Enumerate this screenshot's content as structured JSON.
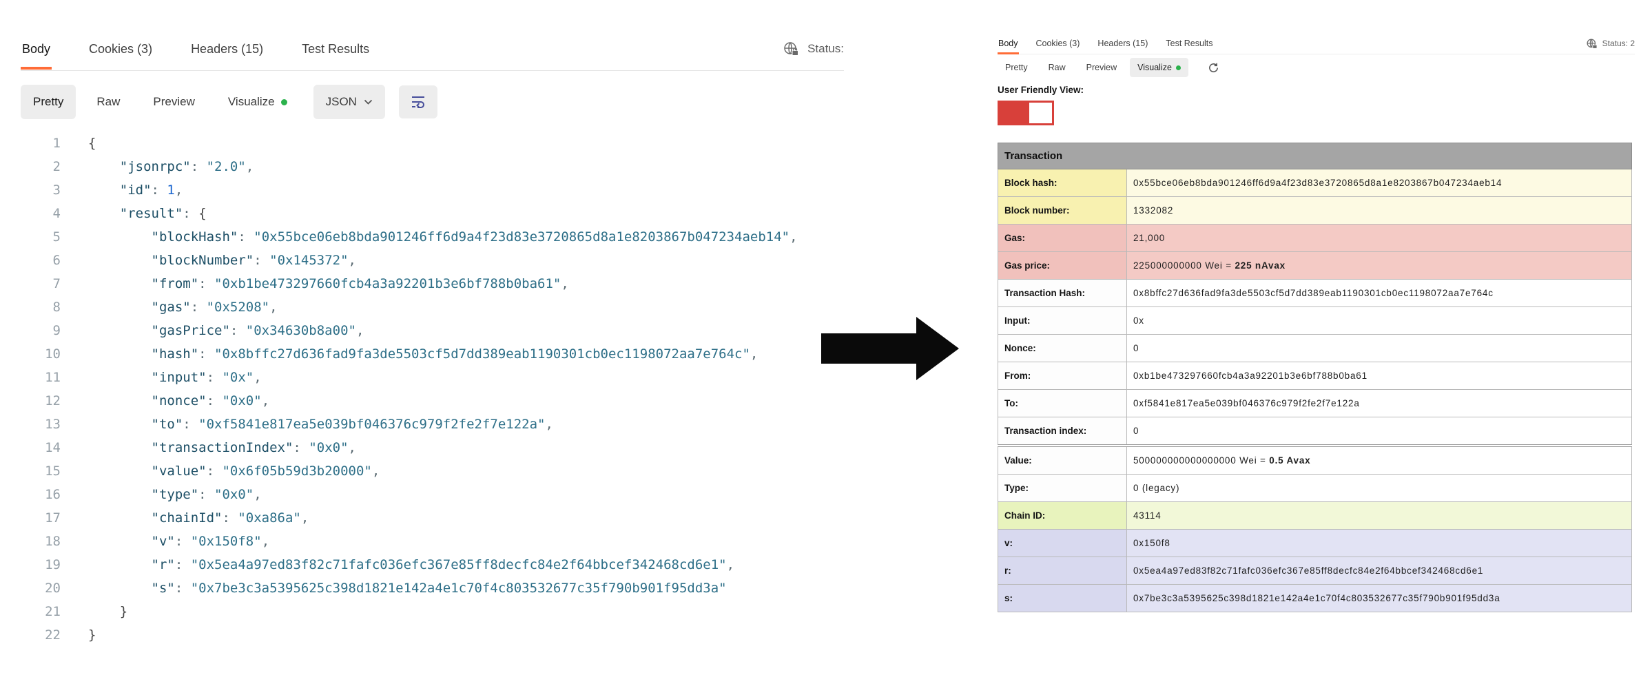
{
  "left_panel": {
    "tabs": [
      {
        "label": "Body",
        "active": true
      },
      {
        "label": "Cookies (3)",
        "active": false
      },
      {
        "label": "Headers (15)",
        "active": false
      },
      {
        "label": "Test Results",
        "active": false
      }
    ],
    "status": {
      "label": "Status:"
    },
    "view_options": [
      {
        "label": "Pretty",
        "active": true,
        "dot": false
      },
      {
        "label": "Raw",
        "active": false,
        "dot": false
      },
      {
        "label": "Preview",
        "active": false,
        "dot": false
      },
      {
        "label": "Visualize",
        "active": false,
        "dot": true
      }
    ],
    "format_select": {
      "label": "JSON"
    },
    "code_lines": [
      {
        "num": 1,
        "text": "{"
      },
      {
        "num": 2,
        "text": "    \"jsonrpc\": \"2.0\","
      },
      {
        "num": 3,
        "text": "    \"id\": 1,"
      },
      {
        "num": 4,
        "text": "    \"result\": {"
      },
      {
        "num": 5,
        "text": "        \"blockHash\": \"0x55bce06eb8bda901246ff6d9a4f23d83e3720865d8a1e8203867b047234aeb14\","
      },
      {
        "num": 6,
        "text": "        \"blockNumber\": \"0x145372\","
      },
      {
        "num": 7,
        "text": "        \"from\": \"0xb1be473297660fcb4a3a92201b3e6bf788b0ba61\","
      },
      {
        "num": 8,
        "text": "        \"gas\": \"0x5208\","
      },
      {
        "num": 9,
        "text": "        \"gasPrice\": \"0x34630b8a00\","
      },
      {
        "num": 10,
        "text": "        \"hash\": \"0x8bffc27d636fad9fa3de5503cf5d7dd389eab1190301cb0ec1198072aa7e764c\","
      },
      {
        "num": 11,
        "text": "        \"input\": \"0x\","
      },
      {
        "num": 12,
        "text": "        \"nonce\": \"0x0\","
      },
      {
        "num": 13,
        "text": "        \"to\": \"0xf5841e817ea5e039bf046376c979f2fe2f7e122a\","
      },
      {
        "num": 14,
        "text": "        \"transactionIndex\": \"0x0\","
      },
      {
        "num": 15,
        "text": "        \"value\": \"0x6f05b59d3b20000\","
      },
      {
        "num": 16,
        "text": "        \"type\": \"0x0\","
      },
      {
        "num": 17,
        "text": "        \"chainId\": \"0xa86a\","
      },
      {
        "num": 18,
        "text": "        \"v\": \"0x150f8\","
      },
      {
        "num": 19,
        "text": "        \"r\": \"0x5ea4a97ed83f82c71fafc036efc367e85ff8decfc84e2f64bbcef342468cd6e1\","
      },
      {
        "num": 20,
        "text": "        \"s\": \"0x7be3c3a5395625c398d1821e142a4e1c70f4c803532677c35f790b901f95dd3a\""
      },
      {
        "num": 21,
        "text": "    }"
      },
      {
        "num": 22,
        "text": "}"
      }
    ]
  },
  "right_panel": {
    "tabs": [
      {
        "label": "Body",
        "active": true
      },
      {
        "label": "Cookies (3)",
        "active": false
      },
      {
        "label": "Headers (15)",
        "active": false
      },
      {
        "label": "Test Results",
        "active": false
      }
    ],
    "status": {
      "label": "Status: 2"
    },
    "view_options": [
      {
        "label": "Pretty",
        "active": false,
        "dot": false
      },
      {
        "label": "Raw",
        "active": false,
        "dot": false
      },
      {
        "label": "Preview",
        "active": false,
        "dot": false
      },
      {
        "label": "Visualize",
        "active": true,
        "dot": true
      }
    ],
    "view_label": "User Friendly View:",
    "table": {
      "title": "Transaction",
      "rows": [
        {
          "label": "Block hash:",
          "value": "0x55bce06eb8bda901246ff6d9a4f23d83e3720865d8a1e8203867b047234aeb14",
          "color": "yellow"
        },
        {
          "label": "Block number:",
          "value": "1332082",
          "color": "yellow"
        },
        {
          "label": "Gas:",
          "value": "21,000",
          "color": "red"
        },
        {
          "label": "Gas price:",
          "value": "225000000000 Wei = ",
          "bold": "225 nAvax",
          "color": "red"
        },
        {
          "label": "Transaction Hash:",
          "value": "0x8bffc27d636fad9fa3de5503cf5d7dd389eab1190301cb0ec1198072aa7e764c",
          "color": "white"
        },
        {
          "label": "Input:",
          "value": "0x",
          "color": "white"
        },
        {
          "label": "Nonce:",
          "value": "0",
          "color": "white"
        },
        {
          "label": "From:",
          "value": "0xb1be473297660fcb4a3a92201b3e6bf788b0ba61",
          "color": "white"
        },
        {
          "label": "To:",
          "value": "0xf5841e817ea5e039bf046376c979f2fe2f7e122a",
          "color": "white"
        },
        {
          "label": "Transaction index:",
          "value": "0",
          "color": "white"
        },
        {
          "label": "Value:",
          "value": "500000000000000000 Wei = ",
          "bold": "0.5 Avax",
          "color": "white",
          "thick_top": true
        },
        {
          "label": "Type:",
          "value": "0 (legacy)",
          "color": "white"
        },
        {
          "label": "Chain ID:",
          "value": "43114",
          "color": "green"
        },
        {
          "label": "v:",
          "value": "0x150f8",
          "color": "purple"
        },
        {
          "label": "r:",
          "value": "0x5ea4a97ed83f82c71fafc036efc367e85ff8decfc84e2f64bbcef342468cd6e1",
          "color": "purple"
        },
        {
          "label": "s:",
          "value": "0x7be3c3a5395625c398d1821e142a4e1c70f4c803532677c35f790b901f95dd3a",
          "color": "purple"
        }
      ]
    }
  },
  "icons": {
    "left_status_icon": "globe-lock-icon",
    "right_status_icon": "globe-lock-icon",
    "format_chevron": "chevron-down-icon",
    "wrap_button": "text-wrap-icon",
    "visualize_dot": "green-dot-icon",
    "refresh_button": "refresh-icon",
    "center_arrow": "right-arrow"
  },
  "colors": {
    "accent_orange": "#ff6c37",
    "visualize_dot_green": "#2bb24c",
    "toggle_red": "#d8403a",
    "arrow_black": "#0a0a0a",
    "table_header_gray": "#a5a5a5",
    "row_yellow_label": "#f8f1b0",
    "row_yellow_value": "#fdfae3",
    "row_red_label": "#f1c1bc",
    "row_red_value": "#f4cac5",
    "row_white_label": "#fdfdfd",
    "row_white_value": "#ffffff",
    "row_green_label": "#e8f3bd",
    "row_green_value": "#f2f8d8",
    "row_purple_label": "#d8d9ef",
    "row_purple_value": "#e2e3f4",
    "wrap_icon_blue": "#474e9b"
  }
}
